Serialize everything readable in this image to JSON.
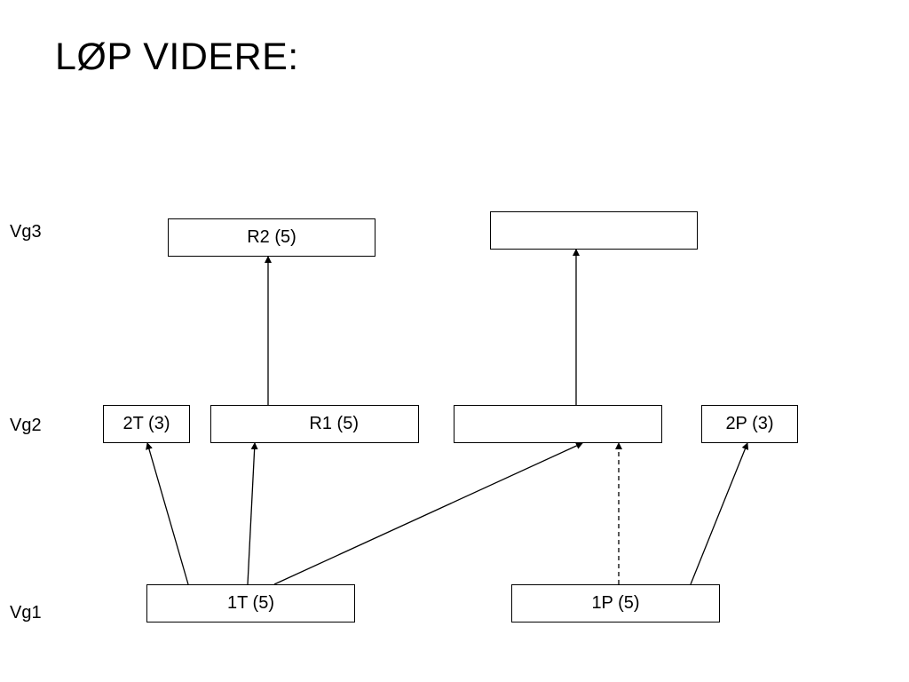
{
  "title": "LØP VIDERE:",
  "levels": {
    "vg3": "Vg3",
    "vg2": "Vg2",
    "vg1": "Vg1"
  },
  "boxes": {
    "r2": "R2 (5)",
    "vg3_right": "",
    "t2": "2T (3)",
    "r1": "R1 (5)",
    "vg2_middle": "",
    "p2": "2P (3)",
    "t1": "1T (5)",
    "p1": "1P (5)"
  },
  "colors": {
    "line": "#000000",
    "background": "#ffffff"
  }
}
